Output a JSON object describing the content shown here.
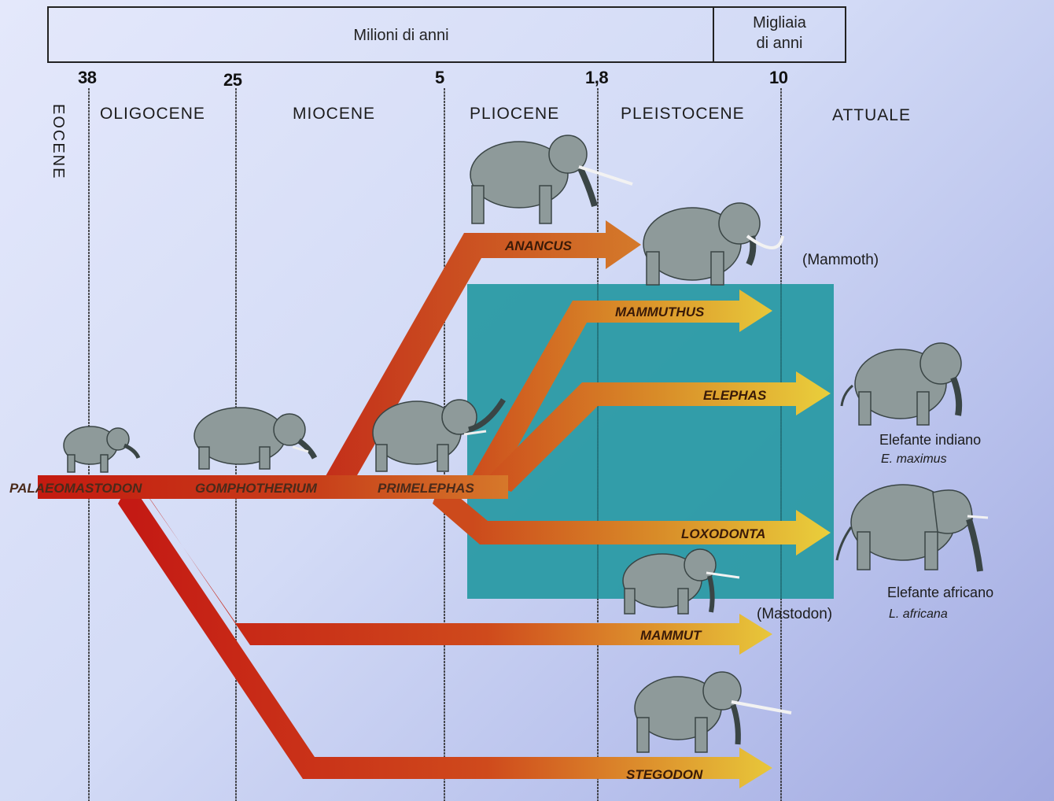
{
  "header": {
    "left_label": "Milioni di anni",
    "right_label_line1": "Migliaia",
    "right_label_line2": "di anni"
  },
  "ticks": {
    "t38": "38",
    "t25": "25",
    "t5": "5",
    "t18": "1,8",
    "t10": "10"
  },
  "epochs": {
    "eocene": "EOCENE",
    "oligocene": "OLIGOCENE",
    "miocene": "MIOCENE",
    "pliocene": "PLIOCENE",
    "pleistocene": "PLEISTOCENE",
    "attuale": "ATTUALE"
  },
  "genera": {
    "palaeomastodon": "PALAEOMASTODON",
    "gomphotherium": "GOMPHOTHERIUM",
    "primelephas": "PRIMELEPHAS",
    "anancus": "ANANCUS",
    "mammuthus": "MAMMUTHUS",
    "elephas": "ELEPHAS",
    "loxodonta": "LOXODONTA",
    "mammut": "MAMMUT",
    "stegodon": "STEGODON"
  },
  "annotations": {
    "mammoth": "(Mammoth)",
    "mastodon": "(Mastodon)",
    "indian_name": "Elefante indiano",
    "indian_sci": "E. maximus",
    "african_name": "Elefante africano",
    "african_sci": "L. africana"
  },
  "colors": {
    "arrow_start": "#c81e10",
    "arrow_mid": "#d4651e",
    "arrow_end": "#e6c23a",
    "box_fill": "#2a9aa4",
    "animal_fill": "#8e9a9a"
  }
}
